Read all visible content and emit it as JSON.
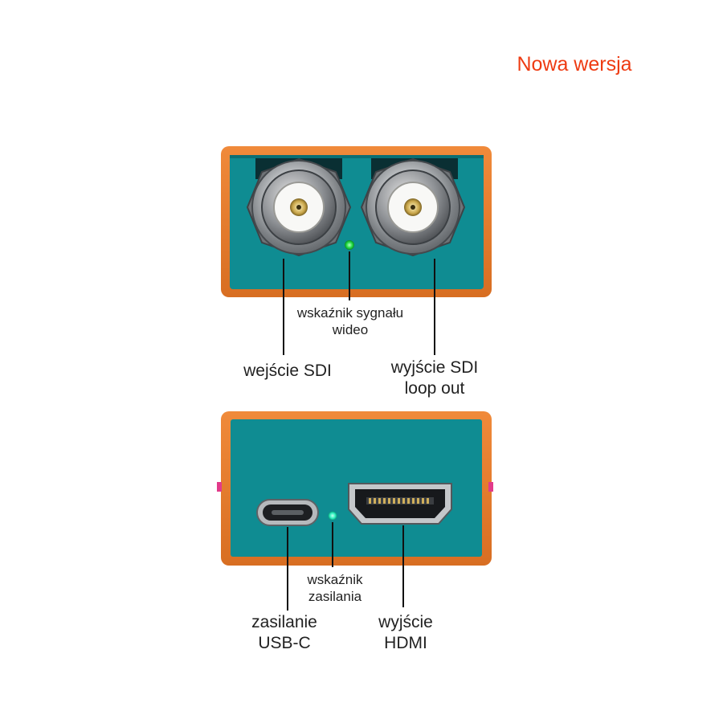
{
  "header": {
    "version_label": "Nowa wersja"
  },
  "colors": {
    "accent": "#ee3b12",
    "housing": "#e07a2c",
    "panel": "#0f8c92",
    "led": "#22dd44"
  },
  "top_panel": {
    "labels": {
      "signal_indicator": [
        "wskaźnik sygnału",
        "wideo"
      ],
      "sdi_input": [
        "wejście SDI"
      ],
      "sdi_loop_out": [
        "wyjście SDI",
        "loop out"
      ]
    }
  },
  "bottom_panel": {
    "labels": {
      "power_indicator": [
        "wskaźnik",
        "zasilania"
      ],
      "usb_c_power": [
        "zasilanie",
        "USB-C"
      ],
      "hdmi_output": [
        "wyjście",
        "HDMI"
      ]
    }
  }
}
